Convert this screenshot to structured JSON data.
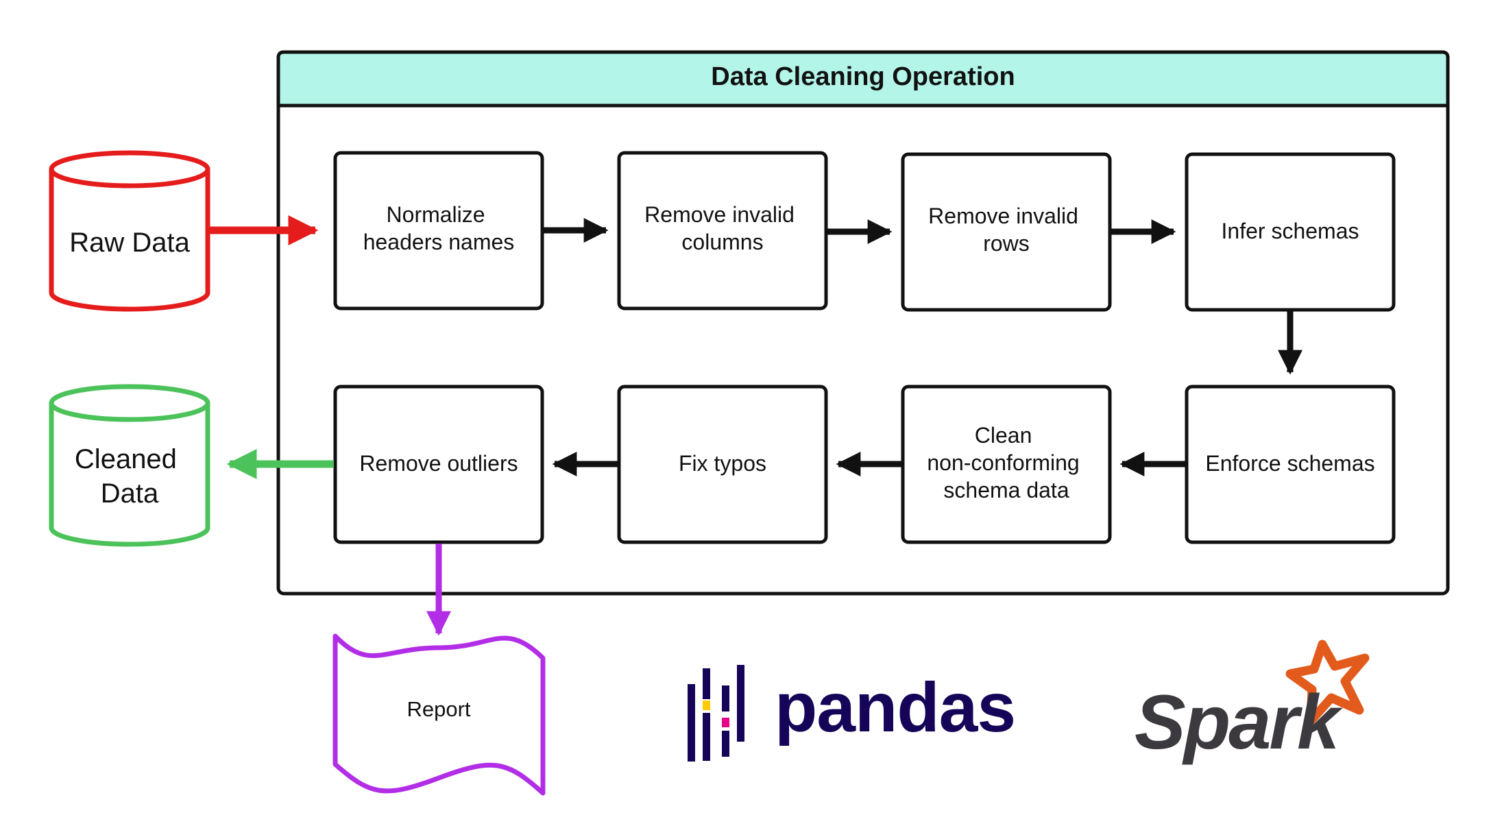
{
  "title": "Data Cleaning Operation",
  "colors": {
    "header_fill": "#b3f5e8",
    "frame_stroke": "#111111",
    "raw_data": "#e51c1c",
    "cleaned_data": "#4cc25a",
    "report": "#b22ee6",
    "pandas_dark": "#150458",
    "pandas_yellow": "#ffca00",
    "pandas_pink": "#e70488",
    "spark_text": "#3c3a3e",
    "spark_star": "#e25a1c"
  },
  "sources": {
    "raw_data": "Raw Data",
    "cleaned_data": [
      "Cleaned",
      "Data"
    ]
  },
  "steps": [
    {
      "id": "normalize",
      "lines": [
        "Normalize",
        "headers names"
      ]
    },
    {
      "id": "remove-invalid-columns",
      "lines": [
        "Remove invalid",
        "columns"
      ]
    },
    {
      "id": "remove-invalid-rows",
      "lines": [
        "Remove invalid",
        "rows"
      ]
    },
    {
      "id": "infer-schemas",
      "lines": [
        "Infer schemas"
      ]
    },
    {
      "id": "enforce-schemas",
      "lines": [
        "Enforce schemas"
      ]
    },
    {
      "id": "clean-non-conforming",
      "lines": [
        "Clean",
        "non-conforming",
        "schema data"
      ]
    },
    {
      "id": "fix-typos",
      "lines": [
        "Fix typos"
      ]
    },
    {
      "id": "remove-outliers",
      "lines": [
        "Remove outliers"
      ]
    }
  ],
  "report": "Report",
  "logos": {
    "pandas": "pandas",
    "spark": "Spark",
    "icons": [
      "pandas-logo-icon",
      "spark-star-icon"
    ]
  }
}
